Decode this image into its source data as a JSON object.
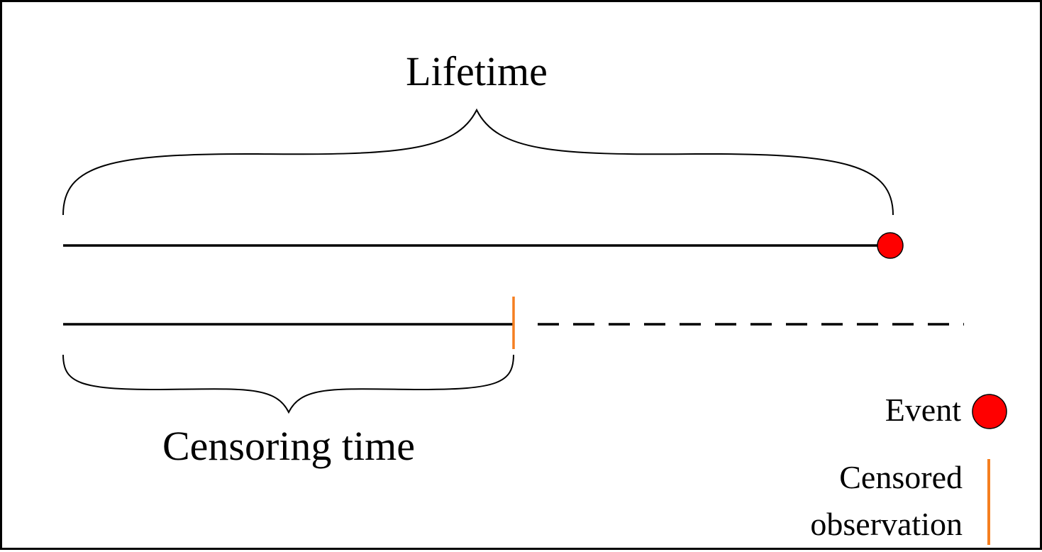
{
  "diagram": {
    "lifetime_label": "Lifetime",
    "censoring_time_label": "Censoring time"
  },
  "legend": {
    "event_label": "Event",
    "censored_label_line1": "Censored",
    "censored_label_line2": "observation"
  },
  "colors": {
    "line": "#000000",
    "event_marker": "#ff0000",
    "censor_marker": "#f57f20",
    "background": "#ffffff"
  }
}
